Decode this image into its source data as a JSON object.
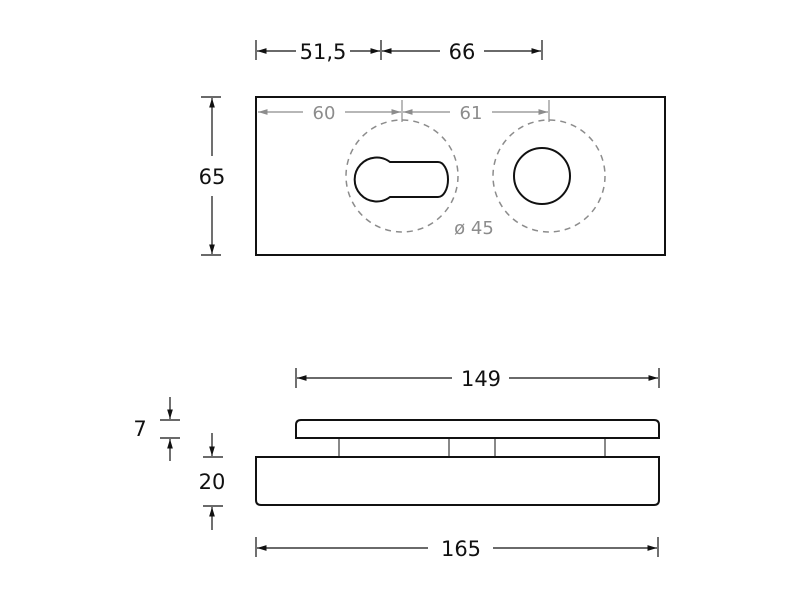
{
  "top_view": {
    "dims": {
      "offset_first_center": "51,5",
      "center_to_center": "66",
      "height": "65",
      "inner_offset_left": "60",
      "inner_offset_right": "61",
      "rosette_diameter": "ø 45"
    }
  },
  "side_view": {
    "dims": {
      "cover_width": "149",
      "cover_thickness": "7",
      "base_thickness": "20",
      "base_width": "165"
    }
  },
  "colors": {
    "line": "#111111",
    "secondary_dim": "#8c8c8c"
  }
}
